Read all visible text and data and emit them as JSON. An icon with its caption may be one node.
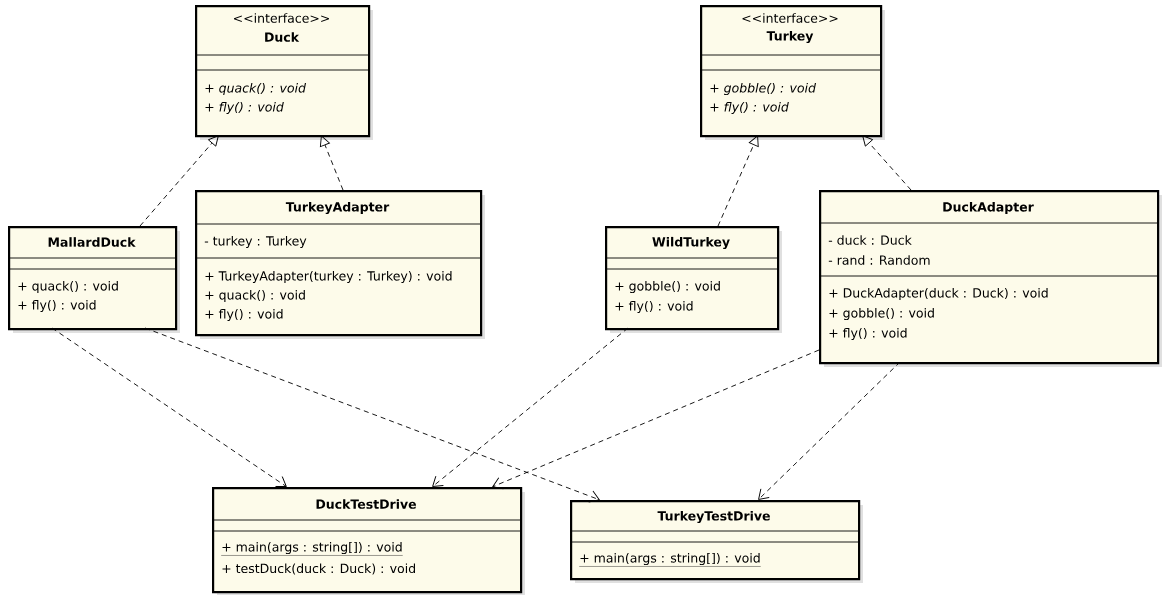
{
  "diagram": {
    "nodes": [
      {
        "text": [
          "<<interface>>",
          "Duck",
          "+ quack() : void",
          "+ fly() : void"
        ]
      },
      {
        "text": [
          "<<interface>>",
          "Turkey",
          "+ gobble() : void",
          "+ fly() : void"
        ]
      },
      {
        "text": [
          "MallardDuck",
          "+ quack() : void",
          "+ fly() : void"
        ]
      },
      {
        "text": [
          "TurkeyAdapter",
          "- turkey : Turkey",
          "+ TurkeyAdapter(turkey : Turkey) : void",
          "+ quack() : void",
          "+ fly() : void"
        ]
      },
      {
        "text": [
          "WildTurkey",
          "+ gobble() : void",
          "+ fly() : void"
        ]
      },
      {
        "text": [
          "DuckAdapter",
          "- duck : Duck",
          "- rand : Random",
          "+ DuckAdapter(duck : Duck) : void",
          "+ gobble() : void",
          "+ fly() : void"
        ]
      },
      {
        "text": [
          "DuckTestDrive",
          "+ main(args : string[]) : void",
          "+ testDuck(duck : Duck) : void"
        ]
      },
      {
        "text": [
          "TurkeyTestDrive",
          "+ main(args : string[]) : void"
        ]
      }
    ],
    "edges": [
      {
        "from": 2,
        "to": 0,
        "arrow": "to",
        "style": "dashed"
      },
      {
        "from": 3,
        "to": 0,
        "arrow": "to",
        "style": "dashed"
      },
      {
        "from": 4,
        "to": 1,
        "arrow": "to",
        "style": "dashed"
      },
      {
        "from": 5,
        "to": 1,
        "arrow": "to",
        "style": "dashed"
      },
      {
        "from": 2,
        "to": 6,
        "arrow": "to",
        "style": "dashed"
      },
      {
        "from": 2,
        "to": 7,
        "arrow": "to",
        "style": "dashed"
      },
      {
        "from": 4,
        "to": 6,
        "arrow": "to",
        "style": "dashed"
      },
      {
        "from": 5,
        "to": 6,
        "arrow": "to",
        "style": "dashed"
      },
      {
        "from": 5,
        "to": 7,
        "arrow": "to",
        "style": "dashed"
      }
    ]
  }
}
